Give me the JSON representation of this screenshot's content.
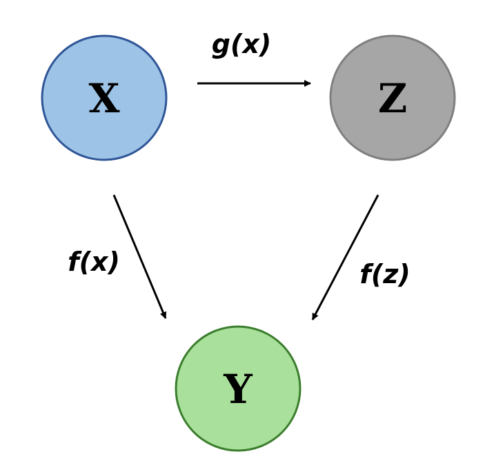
{
  "nodes": {
    "x": {
      "label": "X",
      "fill": "#9dc3e6",
      "stroke": "#2f5597"
    },
    "z": {
      "label": "Z",
      "fill": "#a6a6a6",
      "stroke": "#7f7f7f"
    },
    "y": {
      "label": "Y",
      "fill": "#a9e09b",
      "stroke": "#3a7d2c"
    }
  },
  "edges": {
    "x_to_z": {
      "label": "g(x)"
    },
    "x_to_y": {
      "label": "f(x)"
    },
    "z_to_y": {
      "label": "f(z)"
    }
  },
  "edge_color": "#000000"
}
